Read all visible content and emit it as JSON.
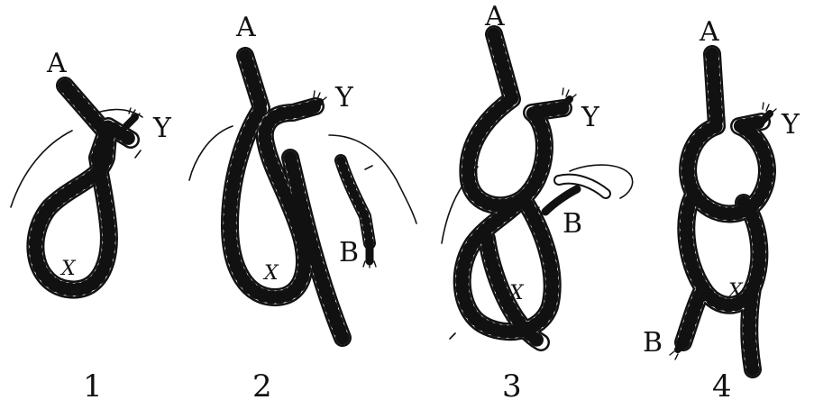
{
  "colors": {
    "ink": "#111111",
    "paper": "#ffffff"
  },
  "steps": [
    {
      "number": "1",
      "labels": {
        "a": "A",
        "y": "Y",
        "x": "X"
      }
    },
    {
      "number": "2",
      "labels": {
        "a": "A",
        "y": "Y",
        "x": "X",
        "b": "B"
      }
    },
    {
      "number": "3",
      "labels": {
        "a": "A",
        "y": "Y",
        "x": "X",
        "b": "B"
      }
    },
    {
      "number": "4",
      "labels": {
        "a": "A",
        "y": "Y",
        "x": "X",
        "b": "B"
      }
    }
  ]
}
